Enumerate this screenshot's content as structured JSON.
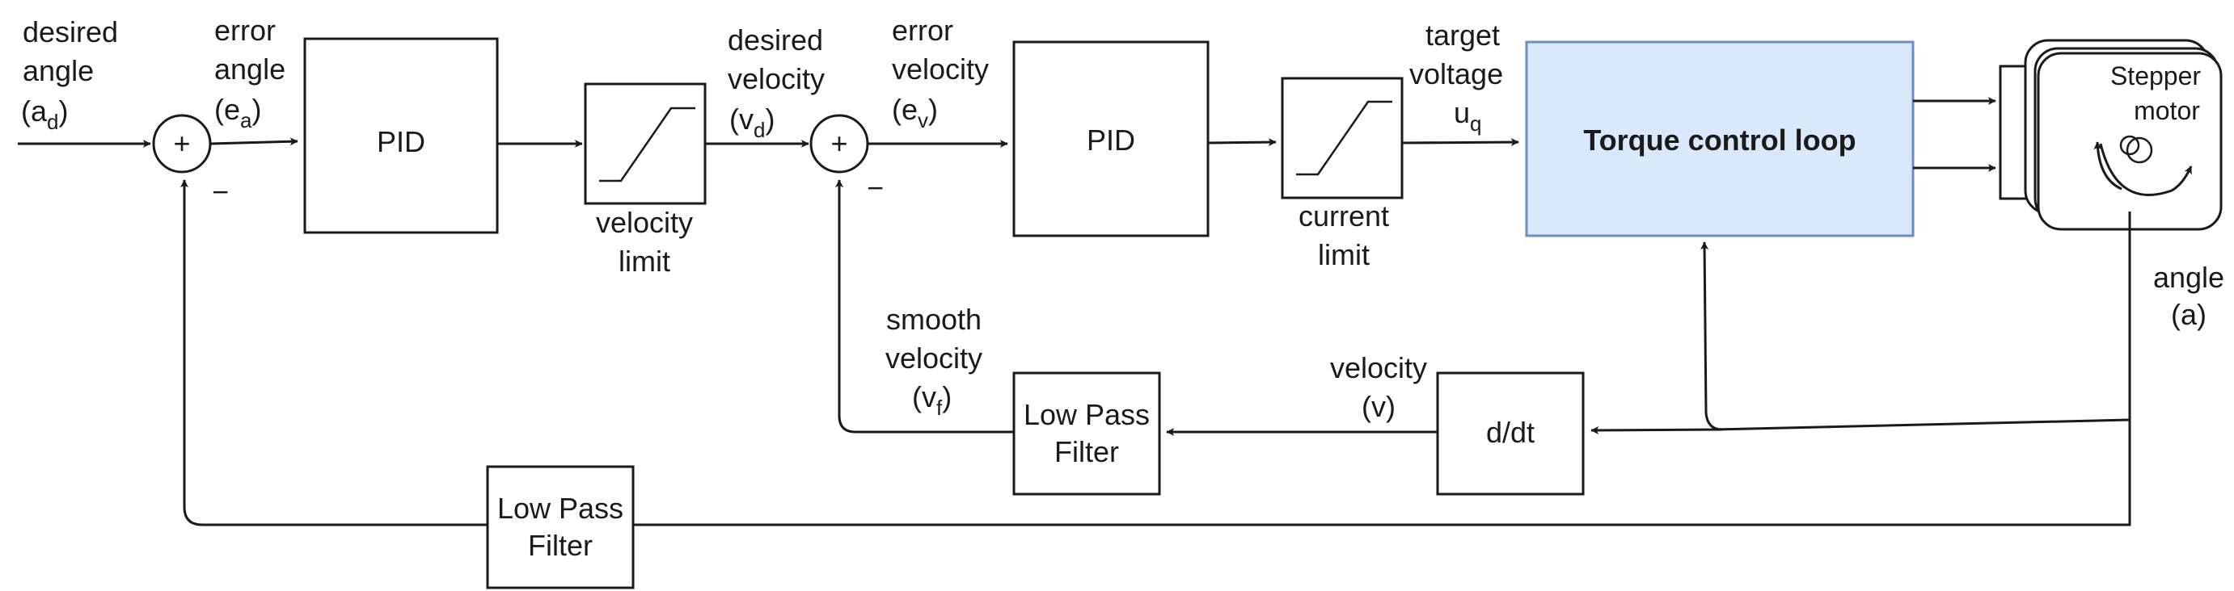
{
  "inputs": {
    "desired_angle": {
      "l1": "desired",
      "l2": "angle",
      "sym": "(a",
      "subs": "d",
      "close": ")"
    },
    "error_angle": {
      "l1": "error",
      "l2": "angle",
      "sym": "(e",
      "subs": "a",
      "close": ")"
    },
    "desired_velocity": {
      "l1": "desired",
      "l2": "velocity",
      "sym": "(v",
      "subs": "d",
      "close": ")"
    },
    "error_velocity": {
      "l1": "error",
      "l2": "velocity",
      "sym": "(e",
      "subs": "v",
      "close": ")"
    },
    "target_voltage": {
      "l1": "target",
      "l2": "voltage",
      "sym": "u",
      "subs": "q"
    },
    "smooth_velocity": {
      "l1": "smooth",
      "l2": "velocity",
      "sym": "(v",
      "subs": "f",
      "close": ")"
    },
    "velocity": {
      "l1": "velocity",
      "l2": "(v)"
    },
    "angle": {
      "l1": "angle",
      "l2": "(a)"
    }
  },
  "blocks": {
    "pid1": "PID",
    "pid2": "PID",
    "velocity_limit": {
      "l1": "velocity",
      "l2": "limit"
    },
    "current_limit": {
      "l1": "current",
      "l2": "limit"
    },
    "torque_loop": "Torque control loop",
    "motor": {
      "l1": "Stepper",
      "l2": "motor"
    },
    "lpf_velocity": {
      "l1": "Low Pass",
      "l2": "Filter"
    },
    "lpf_angle": {
      "l1": "Low Pass",
      "l2": "Filter"
    },
    "ddt": "d/dt"
  },
  "summing": {
    "plus": "+",
    "minus": "−"
  },
  "colors": {
    "line": "#1a1a1a",
    "torque_fill": "#dae8fc",
    "torque_stroke": "#6c8ebf"
  }
}
